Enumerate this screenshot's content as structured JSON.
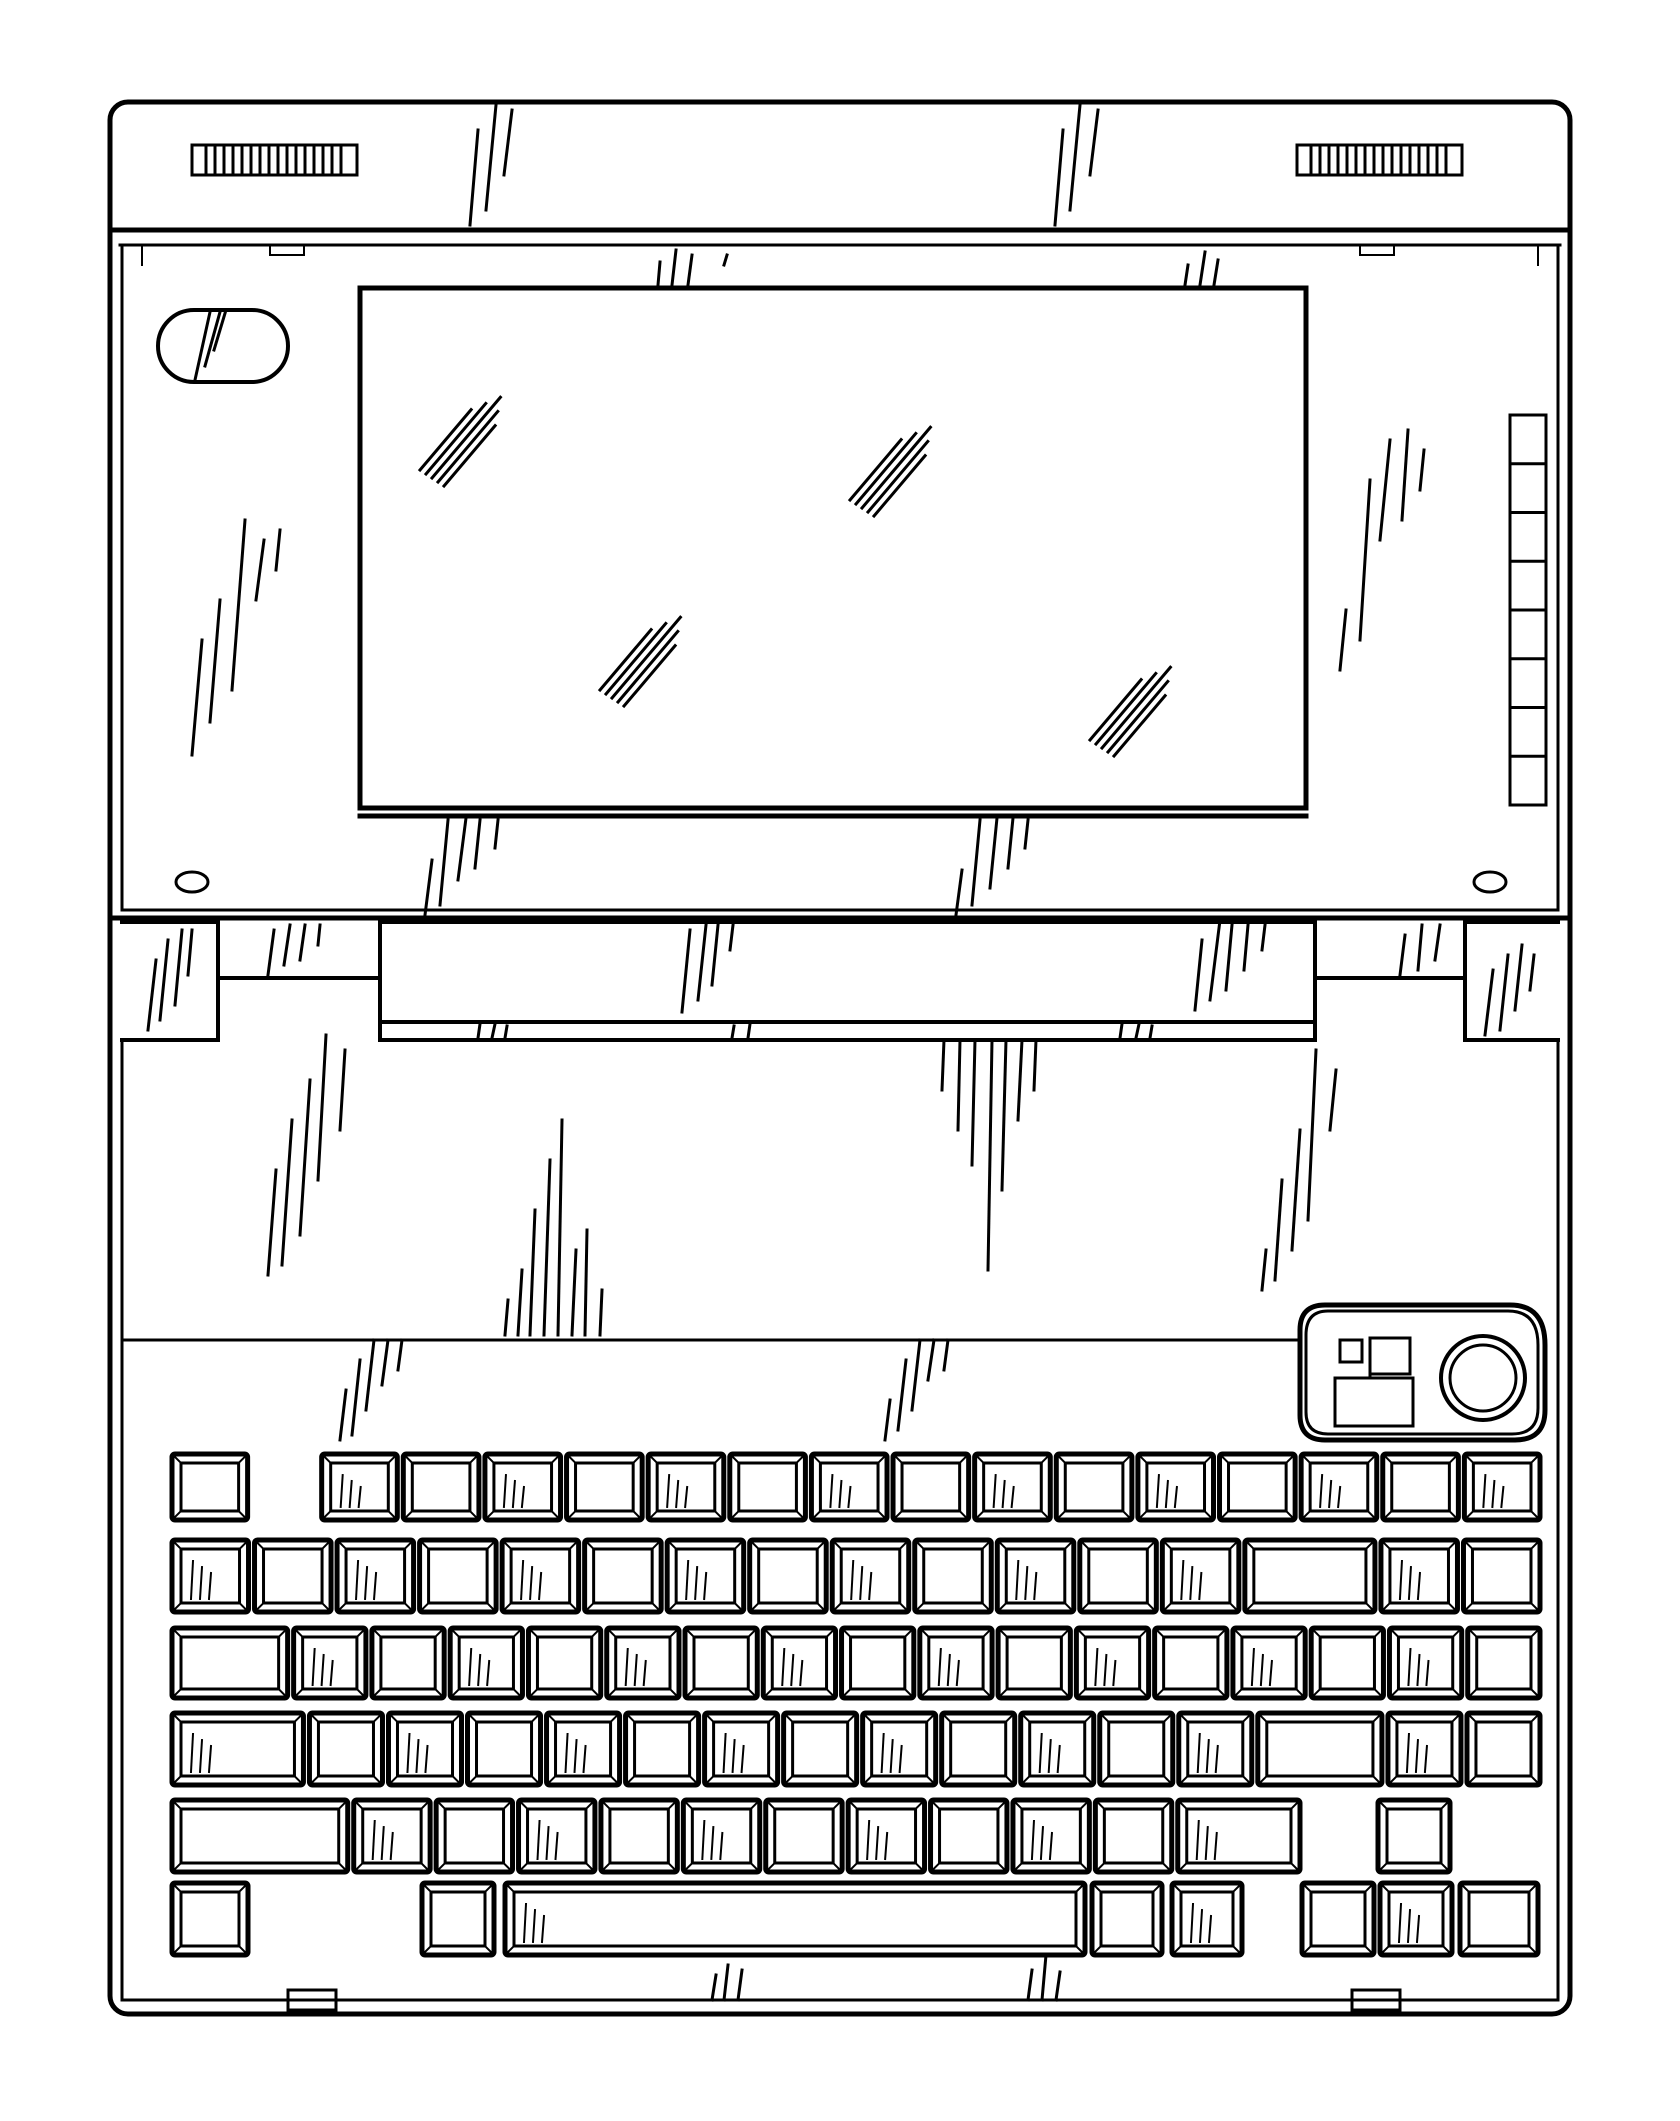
{
  "figure": {
    "subject": "laptop-computer-top-view",
    "line_color": "#000000",
    "background_color": "#ffffff",
    "speaker_grilles": 2,
    "side_buttons": 8,
    "pointing_device": "trackball",
    "keyboard_rows": [
      {
        "row": 1,
        "keys": [
          1,
          1,
          1,
          1,
          1,
          1,
          1,
          1,
          1,
          1,
          1,
          1,
          1,
          1,
          1,
          1
        ],
        "gap_after_first": true
      },
      {
        "row": 2,
        "keys": [
          1,
          1,
          1,
          1,
          1,
          1,
          1,
          1,
          1,
          1,
          1,
          1,
          1,
          1.7,
          1,
          1
        ]
      },
      {
        "row": 3,
        "keys": [
          1.6,
          1,
          1,
          1,
          1,
          1,
          1,
          1,
          1,
          1,
          1,
          1,
          1,
          1,
          1,
          1,
          1
        ]
      },
      {
        "row": 4,
        "keys": [
          1.8,
          1,
          1,
          1,
          1,
          1,
          1,
          1,
          1,
          1,
          1,
          1,
          1,
          1.7,
          1,
          1
        ]
      },
      {
        "row": 5,
        "keys": [
          2.3,
          1,
          1,
          1,
          1,
          1,
          1,
          1,
          1,
          1,
          1,
          1.6
        ]
      }
    ]
  }
}
